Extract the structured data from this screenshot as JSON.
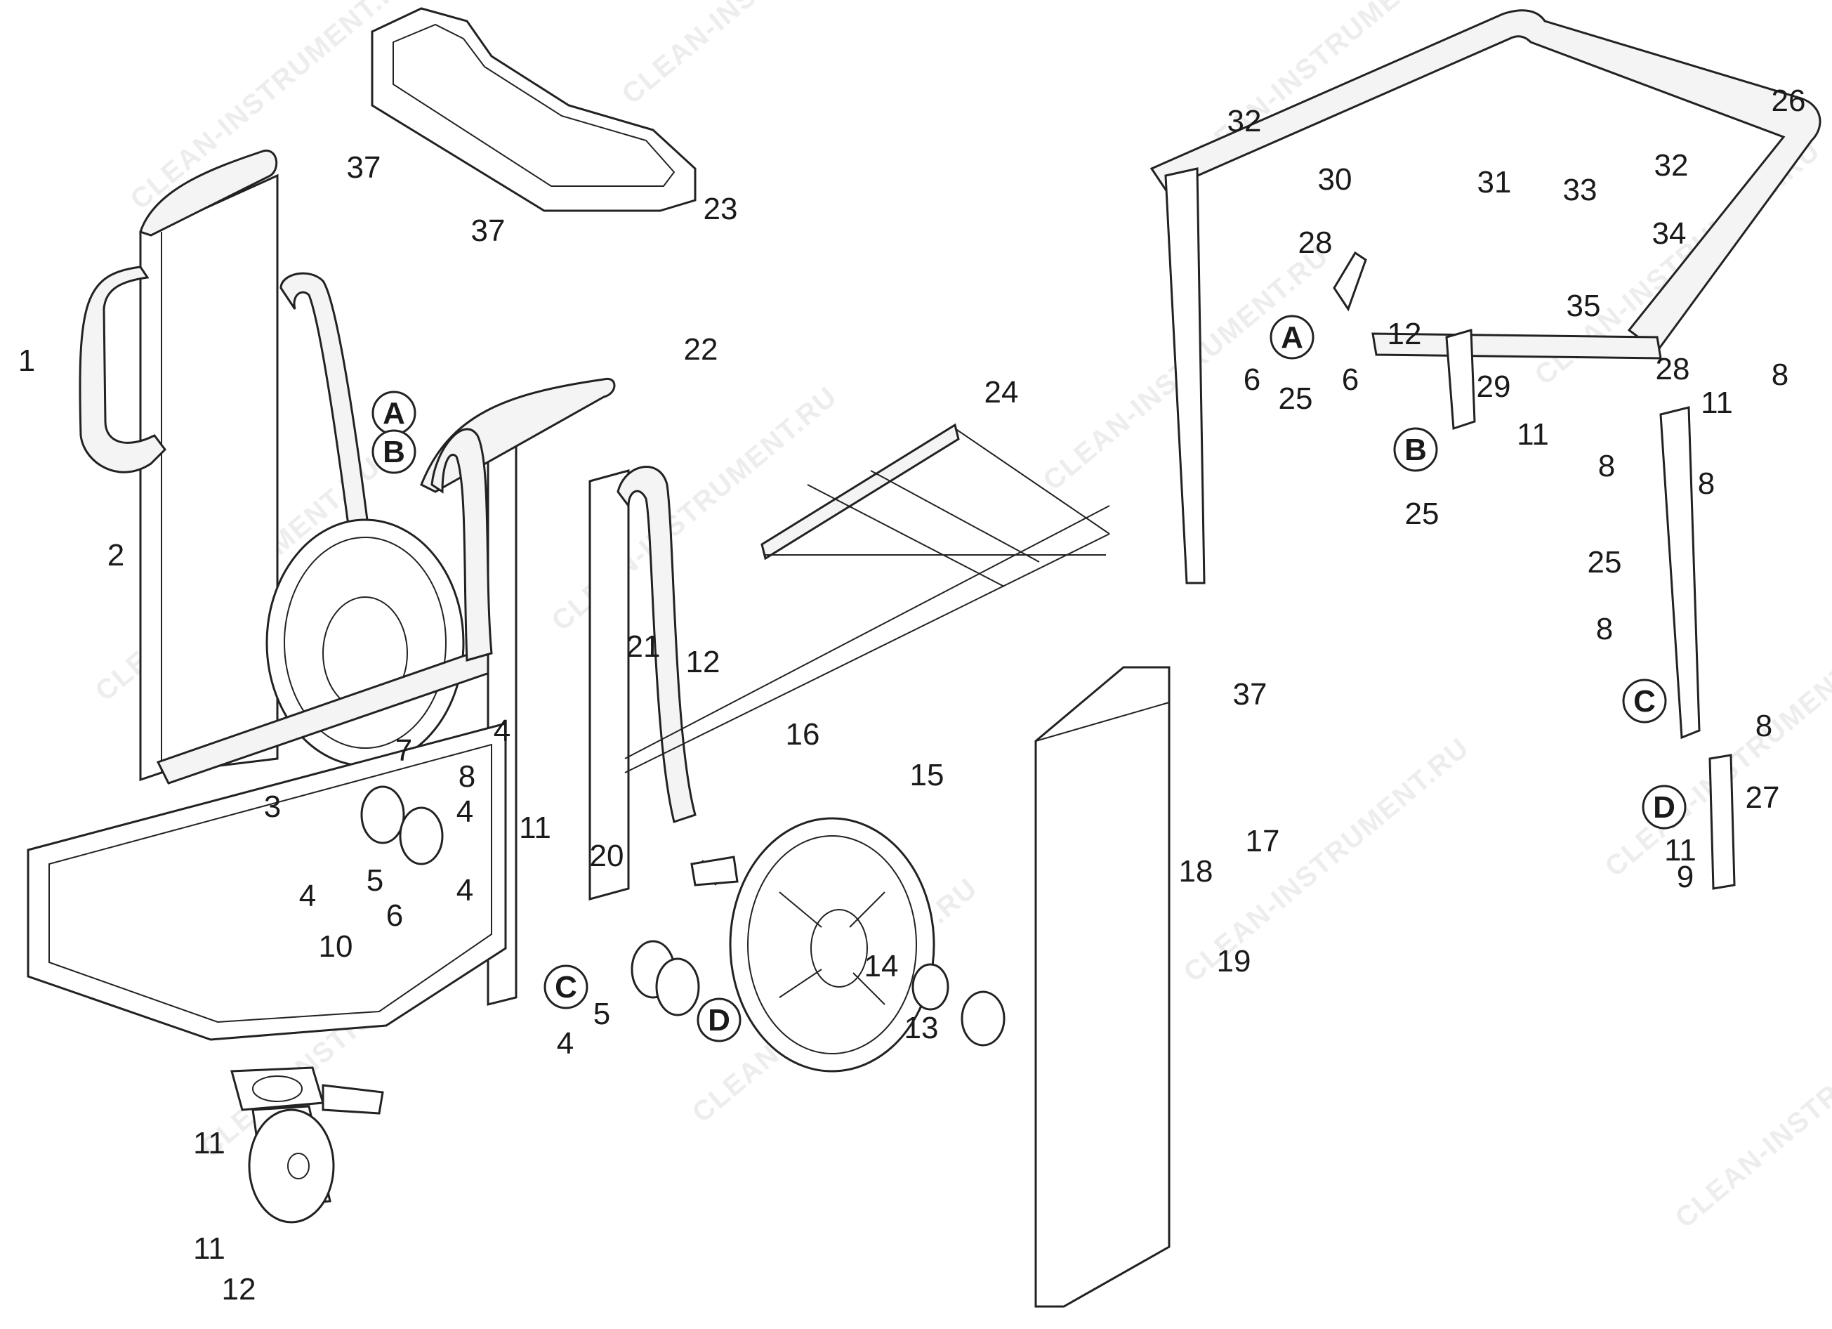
{
  "watermark": "CLEAN-INSTRUMENT.RU",
  "callouts": [
    "1",
    "2",
    "3",
    "4",
    "4",
    "4",
    "4",
    "4",
    "5",
    "5",
    "6",
    "6",
    "6",
    "7",
    "8",
    "8",
    "8",
    "8",
    "8",
    "8",
    "9",
    "10",
    "11",
    "11",
    "11",
    "11",
    "11",
    "11",
    "12",
    "12",
    "12",
    "13",
    "14",
    "15",
    "16",
    "17",
    "18",
    "19",
    "20",
    "21",
    "22",
    "23",
    "24",
    "25",
    "25",
    "25",
    "26",
    "27",
    "28",
    "28",
    "29",
    "30",
    "31",
    "32",
    "32",
    "33",
    "34",
    "35",
    "37",
    "37",
    "37"
  ],
  "assembly_letters": [
    "A",
    "B",
    "A",
    "B",
    "C",
    "D",
    "C",
    "D"
  ]
}
